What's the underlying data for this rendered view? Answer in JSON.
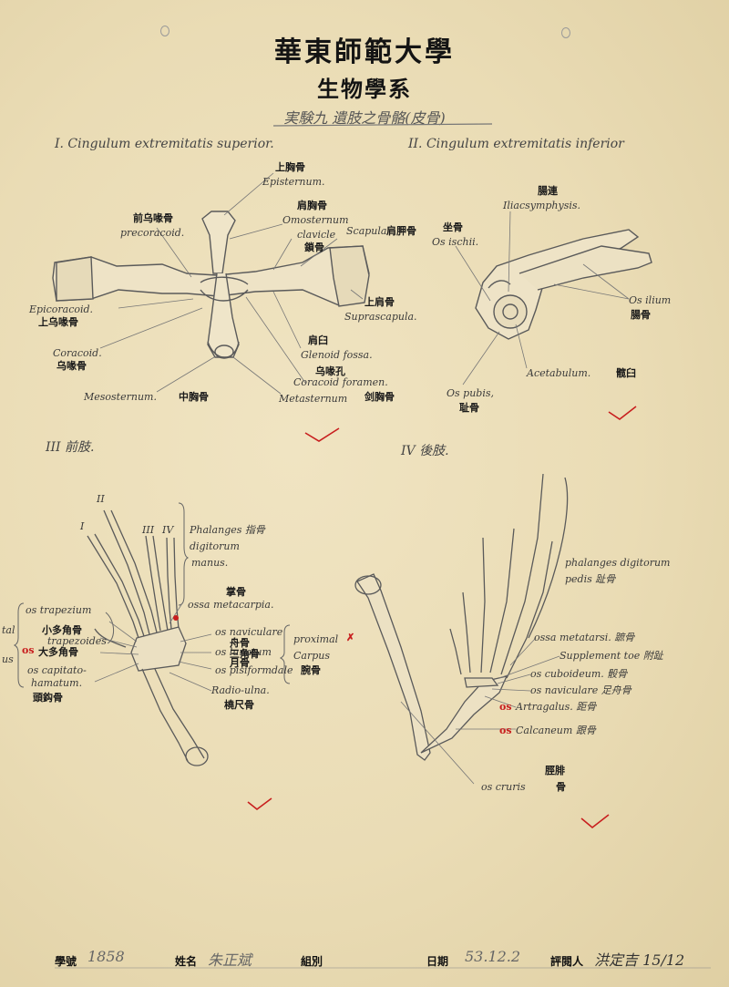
{
  "header": {
    "university": "華東師範大學",
    "department": "生物學系",
    "experiment": "実験九  遺肢之骨骼(皮骨)"
  },
  "sections": {
    "s1": "I. Cingulum extremitatis superior.",
    "s2": "II. Cingulum extremitatis inferior",
    "s3": "III 前肢.",
    "s4": "IV 後肢."
  },
  "labels": {
    "episternum_cn": "上胸骨",
    "episternum": "Episternum.",
    "precoracoid_cn": "前乌喙骨",
    "precoracoid": "precoracoid.",
    "omosternum_cn": "肩胸骨",
    "omosternum": "Omosternum",
    "clavicle": "clavicle",
    "clavicle_cn": "鎖骨",
    "scapula": "Scapula",
    "scapula_cn": "肩胛骨",
    "suprascapula_cn": "上肩骨",
    "suprascapula": "Suprascapula.",
    "epicoracoid": "Epicoracoid.",
    "epicoracoid_cn": "上乌喙骨",
    "coracoid": "Coracoid.",
    "coracoid_cn": "乌喙骨",
    "glenoid_cn": "肩臼",
    "glenoid": "Glenoid fossa.",
    "coracoid_foramen_cn": "乌喙孔",
    "coracoid_foramen": "Coracoid foramen.",
    "mesosternum": "Mesosternum.",
    "mesosternum_cn": "中胸骨",
    "metasternum": "Metasternum",
    "metasternum_cn": "剑胸骨",
    "iliac_cn": "腸連",
    "iliac": "Iliacsymphysis.",
    "ischii_cn": "坐骨",
    "ischii": "Os ischii.",
    "ilium": "Os ilium",
    "ilium_cn": "腸骨",
    "acetabulum": "Acetabulum.",
    "acetabulum_cn": "髋臼",
    "pubis": "Os pubis,",
    "pubis_cn": "耻骨",
    "roman_ii": "II",
    "roman_i": "I",
    "roman_iii": "III",
    "roman_iv": "IV",
    "phal_manus_1": "Phalanges 指骨",
    "phal_manus_2": "digitorum",
    "phal_manus_3": "manus.",
    "metacarpia_cn": "掌骨",
    "metacarpia": "ossa metacarpia.",
    "trapezium": "os trapezium",
    "trapezoides_cn": "小多角骨",
    "trapezoides": "trapezoides",
    "big_multi_cn": "大多角骨",
    "os_red": "os",
    "capitatum": "os capitato-",
    "hamatum": "hamatum.",
    "capitatum_cn": "頭鈎骨",
    "naviculare": "os naviculare",
    "naviculare_cn": "舟骨",
    "lunatum": "os lunatum",
    "lunatum_cn": "月骨",
    "triquetrum_cn": "三角骨",
    "pisiformdale": "os pisiformdale",
    "proximal": "proximal",
    "red_x": "✗",
    "carpus": "Carpus",
    "carpus_cn": "腕骨",
    "radio_ulna": "Radio-ulna.",
    "radio_ulna_cn": "橈尺骨",
    "edge_tal": "tal",
    "edge_us": "us",
    "phal_pedis_1": "phalanges digitorum",
    "phal_pedis_2": "pedis 趾骨",
    "metatarsi": "ossa metatarsi. 蹠骨",
    "supplement": "Supplement toe 附趾",
    "cuboideum": "os cuboideum. 骰骨",
    "navic_foot": "os naviculare 足舟骨",
    "astragalus_red": "os",
    "astragalus": "Artragalus. 距骨",
    "calcaneum_red": "os",
    "calcaneum": "Calcaneum 跟骨",
    "cruris_cn": "脛腓",
    "cruris": "os cruris",
    "cruris_cn2": "骨"
  },
  "footer": {
    "label_id": "學號",
    "value_id": "1858",
    "label_name": "姓名",
    "value_name": "朱正斌",
    "label_group": "組別",
    "label_date": "日期",
    "value_date": "53.12.2",
    "label_grader": "評閱人",
    "value_grader": "洪定吉 15/12"
  },
  "colors": {
    "paper": "#eadcb5",
    "ink": "#1a1a1a",
    "pencil": "#555555",
    "red_mark": "#c81e1e"
  }
}
